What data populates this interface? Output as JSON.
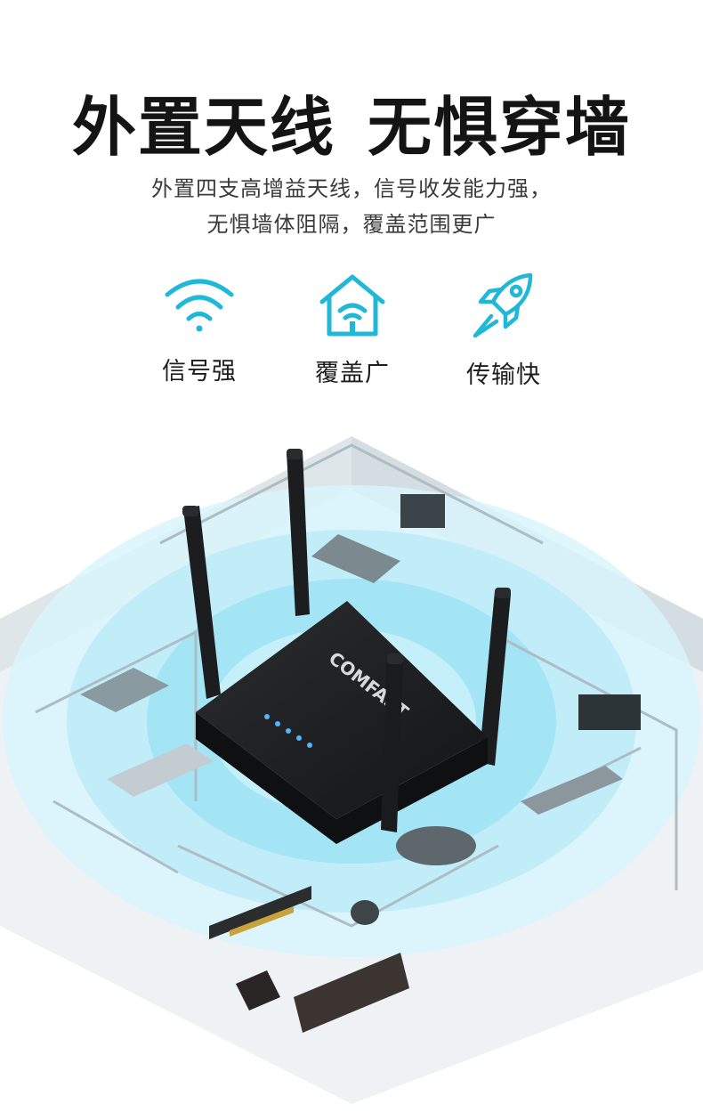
{
  "headline": {
    "part1": "外置天线",
    "part2": "无惧穿墙"
  },
  "subtitle": {
    "line1": "外置四支高增益天线，信号收发能力强，",
    "line2": "无惧墙体阻隔，覆盖范围更广"
  },
  "features": [
    {
      "icon": "wifi-icon",
      "label": "信号强"
    },
    {
      "icon": "home-wifi-icon",
      "label": "覆盖广"
    },
    {
      "icon": "rocket-icon",
      "label": "传输快"
    }
  ],
  "product": {
    "brand": "COMFAST"
  },
  "colors": {
    "accent": "#1fb8d6",
    "router": "#1b1c1e",
    "led": "#4fb6ff"
  }
}
